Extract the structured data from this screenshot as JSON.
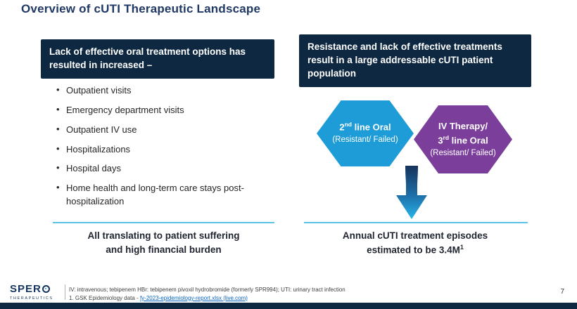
{
  "slide": {
    "title": "Overview of cUTI Therapeutic Landscape",
    "page_number": "7"
  },
  "left_panel": {
    "header": "Lack of effective oral treatment options has resulted in increased –",
    "bullets": [
      "Outpatient visits",
      "Emergency department visits",
      "Outpatient IV use",
      "Hospitalizations",
      "Hospital days",
      "Home health and long-term care stays post-hospitalization"
    ],
    "footer_line1": "All translating to patient suffering",
    "footer_line2": "and high financial burden"
  },
  "right_panel": {
    "header": "Resistance and lack of effective treatments result in a large addressable cUTI patient population",
    "hex_teal": {
      "num": "2",
      "sup": "nd",
      "rest": " line Oral",
      "line2": "(Resistant/ Failed)"
    },
    "hex_purple": {
      "line1": "IV Therapy/",
      "num": "3",
      "sup": "rd",
      "rest": " line Oral",
      "line3": "(Resistant/ Failed)"
    },
    "footer_line1": "Annual cUTI treatment episodes",
    "footer_line2": "estimated to be 3.4M",
    "footer_sup": "1"
  },
  "footer": {
    "logo_main": "SPER",
    "logo_sub": "THERAPEUTICS",
    "footnote1": "IV: intravenous; tebipenem HBr: tebipenem pivoxil hydrobromide (formerly SPR994); UTI: urinary tract infection",
    "footnote2_prefix": "1. GSK Epidemiology data - ",
    "footnote2_link": "fy-2023-epidemiology-report.xlsx (live.com)"
  },
  "colors": {
    "title_navy": "#1F3864",
    "header_box_navy": "#0E2841",
    "hex_teal": "#1E9CD7",
    "hex_purple": "#7B3F9B",
    "divider_blue": "#5BC2E7"
  }
}
